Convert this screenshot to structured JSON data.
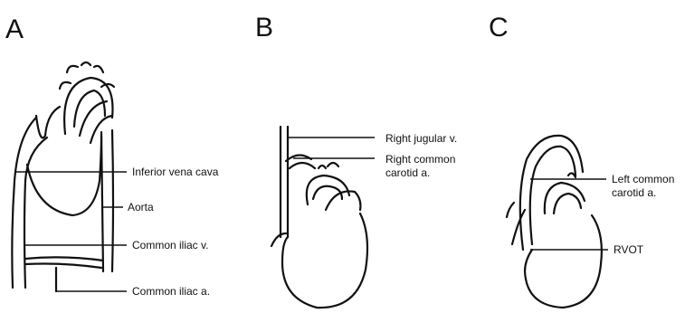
{
  "panels": {
    "a": {
      "letter": "A",
      "labels": [
        "Inferior vena cava",
        "Aorta",
        "Common iliac v.",
        "Common iliac a."
      ]
    },
    "b": {
      "letter": "B",
      "labels": {
        "jugular": "Right jugular v.",
        "carotid_line1": "Right common",
        "carotid_line2": "carotid a."
      }
    },
    "c": {
      "letter": "C",
      "labels": {
        "carotid_line1": "Left common",
        "carotid_line2": "carotid a.",
        "rvot": "RVOT"
      }
    }
  }
}
